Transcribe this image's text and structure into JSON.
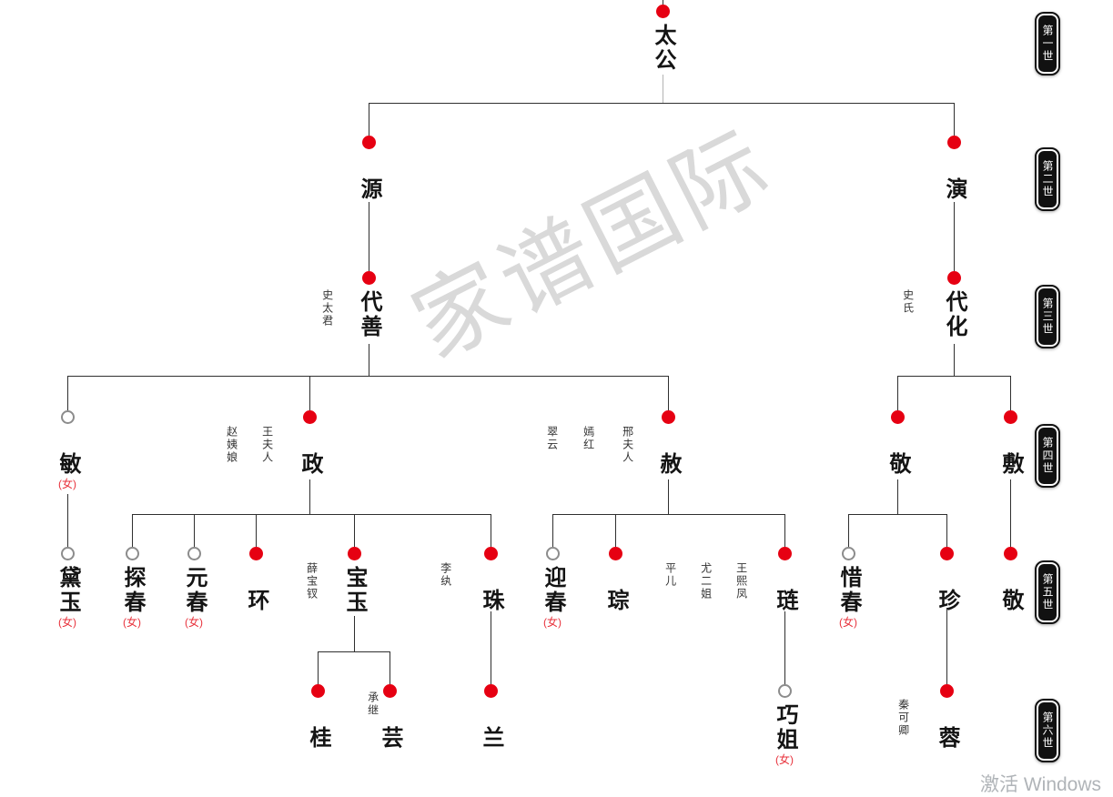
{
  "watermark": "家谱国际",
  "system_toast": "激活 Windows",
  "generations": [
    {
      "label": "第一世"
    },
    {
      "label": "第二世"
    },
    {
      "label": "第三世"
    },
    {
      "label": "第四世"
    },
    {
      "label": "第五世"
    },
    {
      "label": "第六世"
    }
  ],
  "colors": {
    "male_dot": "#e60012",
    "female_ring": "#8c8c8c",
    "female_tag": "#e8323c",
    "line": "#2f2f2f",
    "badge_bg": "#111111",
    "watermark": "#d9d9d9"
  },
  "tree": {
    "persons": [
      {
        "name": "太公",
        "gender": "male",
        "generation": 1,
        "parent": null
      },
      {
        "name": "源",
        "gender": "male",
        "generation": 2,
        "parent": "太公"
      },
      {
        "name": "演",
        "gender": "male",
        "generation": 2,
        "parent": "太公"
      },
      {
        "name": "代善",
        "gender": "male",
        "generation": 3,
        "parent": "源",
        "spouses": [
          "史太君"
        ]
      },
      {
        "name": "代化",
        "gender": "male",
        "generation": 3,
        "parent": "演",
        "spouses": [
          "史氏"
        ]
      },
      {
        "name": "敏",
        "gender": "female",
        "generation": 4,
        "parent": "代善",
        "gender_label": "(女)"
      },
      {
        "name": "政",
        "gender": "male",
        "generation": 4,
        "parent": "代善",
        "spouses": [
          "赵姨娘",
          "王夫人"
        ]
      },
      {
        "name": "赦",
        "gender": "male",
        "generation": 4,
        "parent": "代善",
        "spouses": [
          "翠云",
          "嫣红",
          "邢夫人"
        ]
      },
      {
        "name": "敬",
        "gender": "male",
        "generation": 4,
        "parent": "代化"
      },
      {
        "name": "敷",
        "gender": "male",
        "generation": 4,
        "parent": "代化"
      },
      {
        "name": "黛玉",
        "gender": "female",
        "generation": 5,
        "parent": "敏",
        "gender_label": "(女)"
      },
      {
        "name": "探春",
        "gender": "female",
        "generation": 5,
        "parent": "政",
        "gender_label": "(女)"
      },
      {
        "name": "元春",
        "gender": "female",
        "generation": 5,
        "parent": "政",
        "gender_label": "(女)"
      },
      {
        "name": "环",
        "gender": "male",
        "generation": 5,
        "parent": "政"
      },
      {
        "name": "宝玉",
        "gender": "male",
        "generation": 5,
        "parent": "政",
        "spouses": [
          "薛宝钗"
        ]
      },
      {
        "name": "珠",
        "gender": "male",
        "generation": 5,
        "parent": "政",
        "spouses": [
          "李纨"
        ]
      },
      {
        "name": "迎春",
        "gender": "female",
        "generation": 5,
        "parent": "赦",
        "gender_label": "(女)"
      },
      {
        "name": "琮",
        "gender": "male",
        "generation": 5,
        "parent": "赦"
      },
      {
        "name": "琏",
        "gender": "male",
        "generation": 5,
        "parent": "赦",
        "spouses": [
          "平儿",
          "尤二姐",
          "王熙凤"
        ]
      },
      {
        "name": "惜春",
        "gender": "female",
        "generation": 5,
        "parent": "敬",
        "gender_label": "(女)"
      },
      {
        "name": "珍",
        "gender": "male",
        "generation": 5,
        "parent": "敬"
      },
      {
        "name": "敬",
        "gender": "male",
        "generation": 5,
        "parent": "敷"
      },
      {
        "name": "桂",
        "gender": "male",
        "generation": 6,
        "parent": "宝玉"
      },
      {
        "name": "芸",
        "gender": "male",
        "generation": 6,
        "parent": "宝玉",
        "note": "承继"
      },
      {
        "name": "兰",
        "gender": "male",
        "generation": 6,
        "parent": "珠"
      },
      {
        "name": "巧姐",
        "gender": "female",
        "generation": 6,
        "parent": "琏",
        "gender_label": "(女)"
      },
      {
        "name": "蓉",
        "gender": "male",
        "generation": 6,
        "parent": "珍",
        "spouses": [
          "秦可卿"
        ]
      }
    ]
  }
}
